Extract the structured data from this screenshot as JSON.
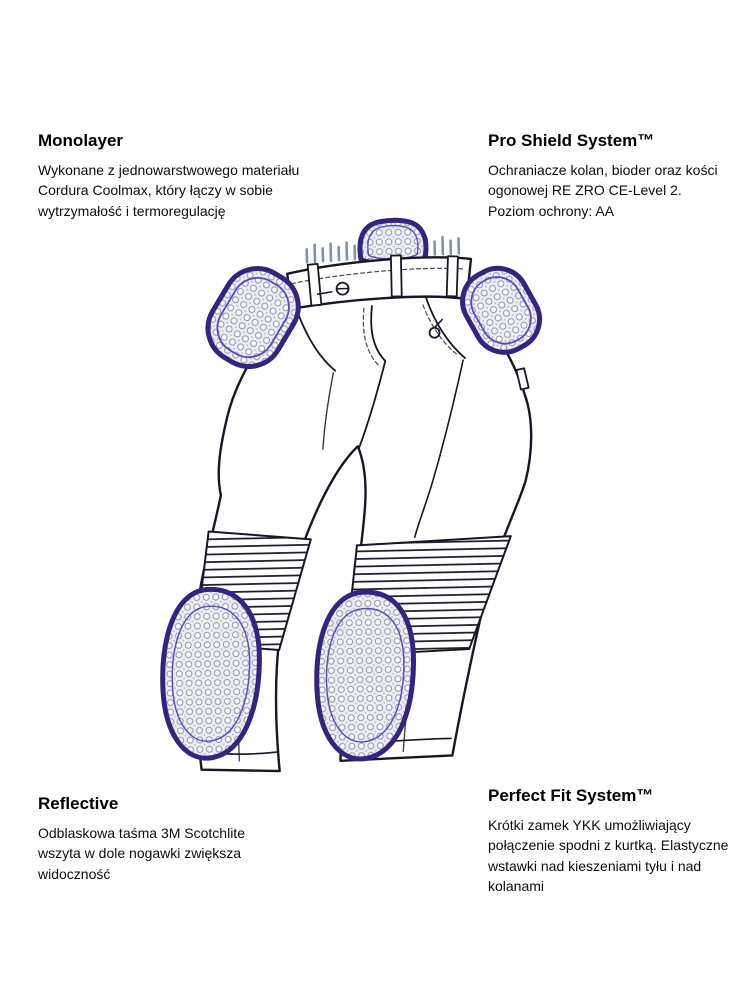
{
  "features": {
    "monolayer": {
      "title": "Monolayer",
      "body": "Wykonane z jednowarstwowego materiału Cordura Coolmax, który łączy w sobie wytrzymałość i termoregulację"
    },
    "pro_shield": {
      "title": "Pro Shield System™",
      "body": "Ochraniacze kolan, bioder oraz kości ogonowej RE ZRO CE-Level 2. Poziom ochrony: AA"
    },
    "reflective": {
      "title": "Reflective",
      "body": "Odblaskowa taśma 3M Scotchlite wszyta w dole nogawki zwiększa widoczność"
    },
    "perfect_fit": {
      "title": "Perfect Fit System™",
      "body": "Krótki zamek YKK umożliwiający połączenie spodni z kurtką. Elastyczne wstawki nad kieszeniami tyłu i nad kolanami"
    }
  },
  "illustration": {
    "description": "Technical line drawing of motorcycle pants with purple protective pads: hip protectors, knee protectors and tailbone protector"
  },
  "colors": {
    "background": "#ffffff",
    "line": "#171726",
    "pad_border": "#32247f",
    "pad_inner_line": "#5b48c2",
    "pad_mesh_fill": "#edeef5",
    "studs": "#7d92b3",
    "text": "#000000"
  }
}
